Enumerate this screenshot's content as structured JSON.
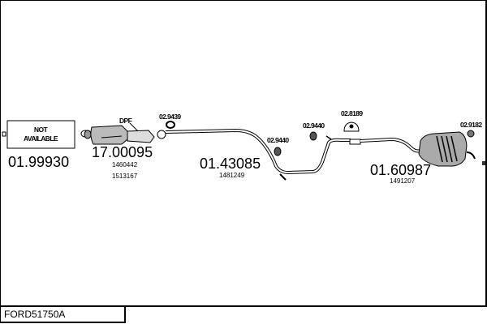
{
  "diagram_code": "FORD51750A",
  "parts": [
    {
      "id": "front",
      "number": "01.99930",
      "note": "NOT AVAILABLE",
      "oe_numbers": []
    },
    {
      "id": "dpf",
      "number": "17.00095",
      "tag": "DPF",
      "oe_numbers": [
        "1460442",
        "1513167"
      ]
    },
    {
      "id": "middle",
      "number": "01.43085",
      "oe_numbers": [
        "1481249"
      ]
    },
    {
      "id": "rear",
      "number": "01.60987",
      "oe_numbers": [
        "1491207"
      ]
    }
  ],
  "accessories": [
    {
      "number": "02.9439"
    },
    {
      "number": "02.9440"
    },
    {
      "number": "02.9440"
    },
    {
      "number": "02.8189"
    },
    {
      "number": "02.9182"
    }
  ]
}
